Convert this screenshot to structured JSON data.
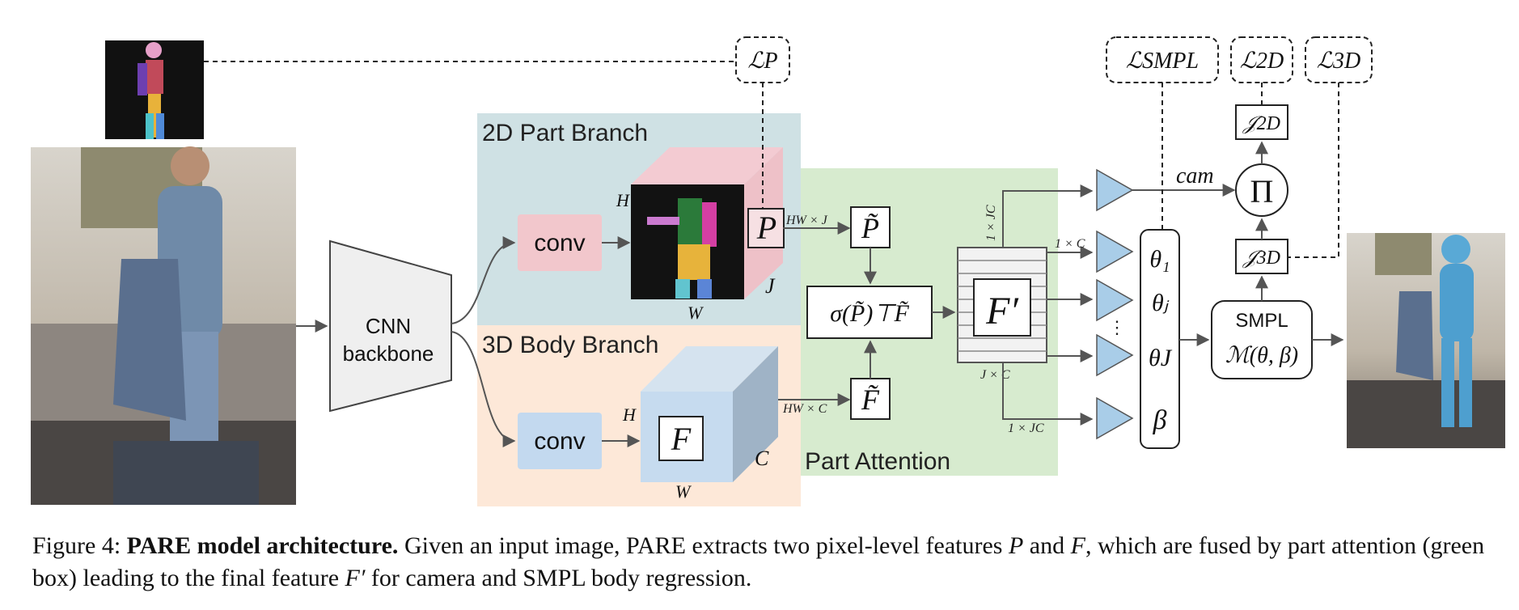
{
  "branches": {
    "part_2d": "2D Part Branch",
    "body_3d": "3D Body Branch",
    "part_attention": "Part Attention"
  },
  "blocks": {
    "cnn": [
      "CNN",
      "backbone"
    ],
    "conv": "conv",
    "P_tilde": "P̃",
    "F_tilde": "F̃",
    "sigma": "σ(P̃)⊤F̃",
    "F_prime": "F′",
    "smpl_title": "SMPL",
    "smpl_fn": "ℳ(θ, β)",
    "pi": "Π"
  },
  "tensor_labels": {
    "P": "P",
    "F": "F",
    "H": "H",
    "W": "W",
    "J": "J",
    "C": "C"
  },
  "dims": {
    "hw_j": "HW × J",
    "hw_c": "HW × C",
    "one_jc": "1 × JC",
    "one_c": "1 × C",
    "j_c": "J × C",
    "one_jc_bottom": "1 × JC"
  },
  "params": [
    "θ₁",
    "θⱼ",
    "θJ",
    "β"
  ],
  "losses": {
    "lp": "ℒP",
    "lsmpl": "ℒSMPL",
    "l2d": "ℒ2D",
    "l3d": "ℒ3D"
  },
  "joints": {
    "j2d": "𝒥2D",
    "j3d": "𝒥3D"
  },
  "cam": "cam",
  "caption": {
    "prefix": "Figure 4: ",
    "bold": "PARE model architecture.",
    "text1": " Given an input image, PARE extracts two pixel-level features ",
    "p": "P",
    "and": " and ",
    "f": "F",
    "text2": ", which are fused by part attention (green box) leading to the final feature ",
    "fprime": "F′",
    "text3": " for camera and SMPL body regression."
  }
}
